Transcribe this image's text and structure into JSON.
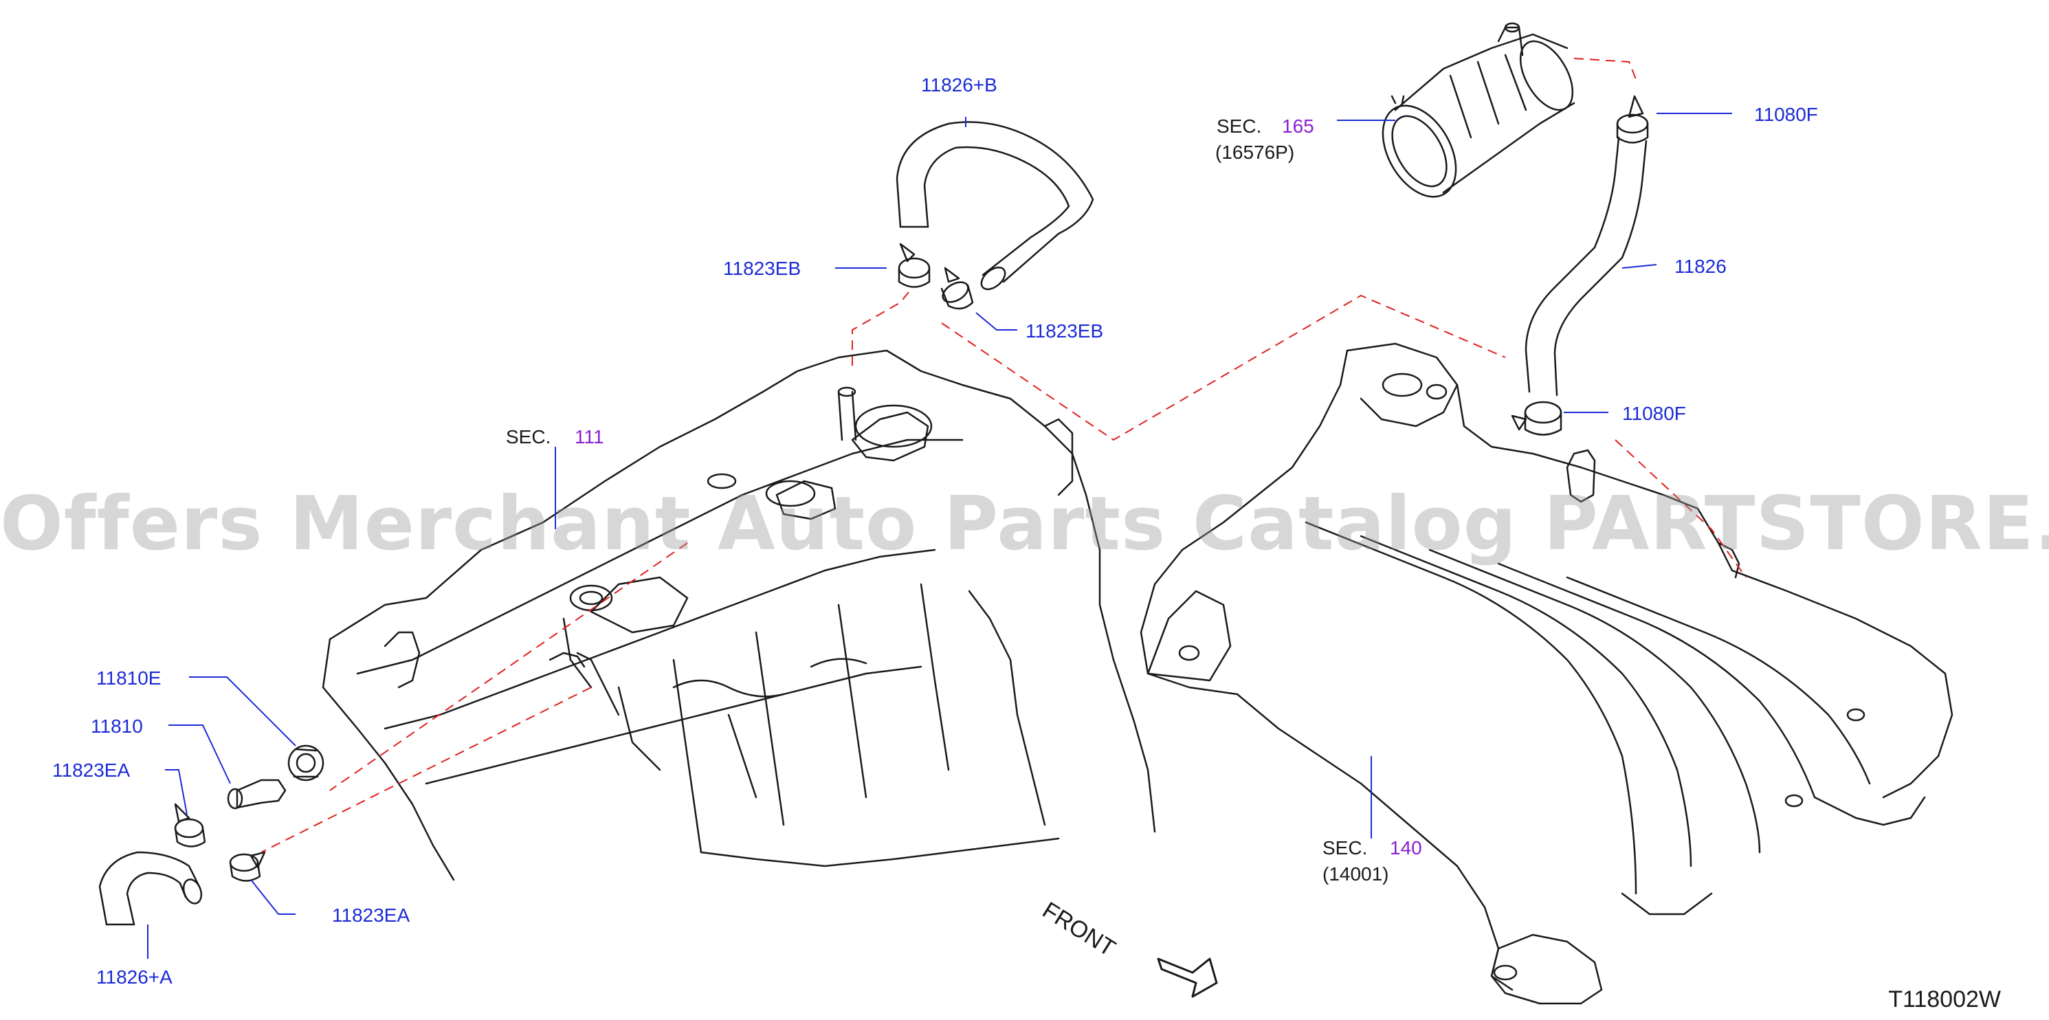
{
  "watermark": "Offers Merchant Auto Parts Catalog PARTSTORE.SA",
  "diagram_code": "T118002W",
  "front_label": "FRONT",
  "callouts": {
    "hose_b": "11826+B",
    "clamp_eb_left": "11823EB",
    "clamp_eb_right": "11823EB",
    "clamp_f_top": "11080F",
    "hose_main": "11826",
    "clamp_f_bottom": "11080F",
    "grommet": "11810E",
    "valve": "11810",
    "clamp_ea_top": "11823EA",
    "clamp_ea_bottom": "11823EA",
    "hose_a": "11826+A"
  },
  "sections": {
    "cylinder_head": {
      "prefix": "SEC.",
      "number": "111"
    },
    "air_duct": {
      "prefix": "SEC.",
      "number": "165",
      "part": "(16576P)"
    },
    "intake_manifold": {
      "prefix": "SEC.",
      "number": "140",
      "part": "(14001)"
    }
  },
  "colors": {
    "callout": "#1b2bd6",
    "section_number": "#8a1fd0",
    "leader_line": "#1b2bd6",
    "dashed_line": "#e02020",
    "outline": "#1a1a1a"
  }
}
